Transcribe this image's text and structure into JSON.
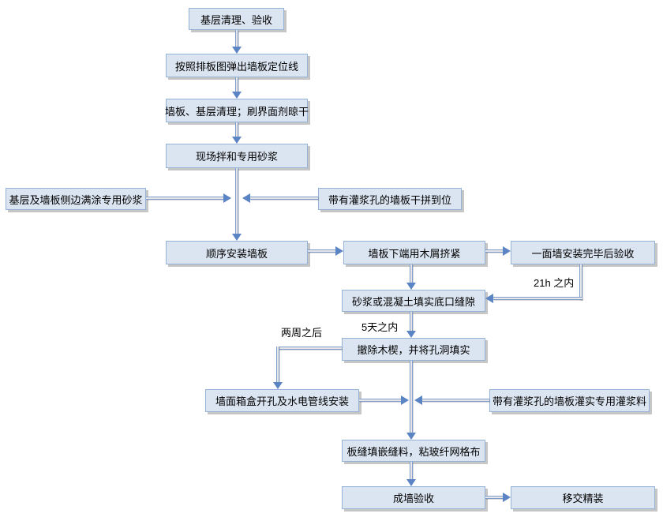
{
  "colors": {
    "background": "#ffffff",
    "text": "#000000",
    "box_fill": "#dbe5f1",
    "box_border": "#95b3d7",
    "box_shadow": "#c6c6c6",
    "connector_line": "#7e9cce",
    "connector_fill": "#e6e6e6",
    "arrowhead": "#5b84c4"
  },
  "nodes": {
    "base_clean": {
      "label": "基层清理、验收"
    },
    "layout_line": {
      "label": "按照排板图弹出墙板定位线"
    },
    "panel_base_clean": {
      "label": "墙板、基层清理；刷界面剂晾干"
    },
    "site_mix_mortar": {
      "label": "现场拌和专用砂浆"
    },
    "side_mortar": {
      "label": "基层及墙板侧边满涂专用砂浆"
    },
    "dry_fit": {
      "label": "带有灌浆孔的墙板干拼到位"
    },
    "install_panels": {
      "label": "顺序安装墙板"
    },
    "wedge_bottom": {
      "label": "墙板下端用木屑挤紧"
    },
    "wall_check": {
      "label": "一面墙安装完毕后验收"
    },
    "fill_bottom_gap": {
      "label": "砂浆或混凝土填实底口缝隙"
    },
    "remove_wedges": {
      "label": "撤除木楔，并将孔洞填实"
    },
    "box_holes_mep": {
      "label": "墙面箱盒开孔及水电管线安装"
    },
    "grout_panels": {
      "label": "带有灌浆孔的墙板灌实专用灌浆料"
    },
    "joint_fill": {
      "label": "板缝填嵌缝料，粘玻纤网格布"
    },
    "wall_accept": {
      "label": "成墙验收"
    },
    "handover": {
      "label": "移交精装"
    }
  },
  "edge_labels": {
    "within_21h": "21h 之内",
    "within_5_days": "5天之内",
    "after_two_weeks": "两周之后"
  }
}
